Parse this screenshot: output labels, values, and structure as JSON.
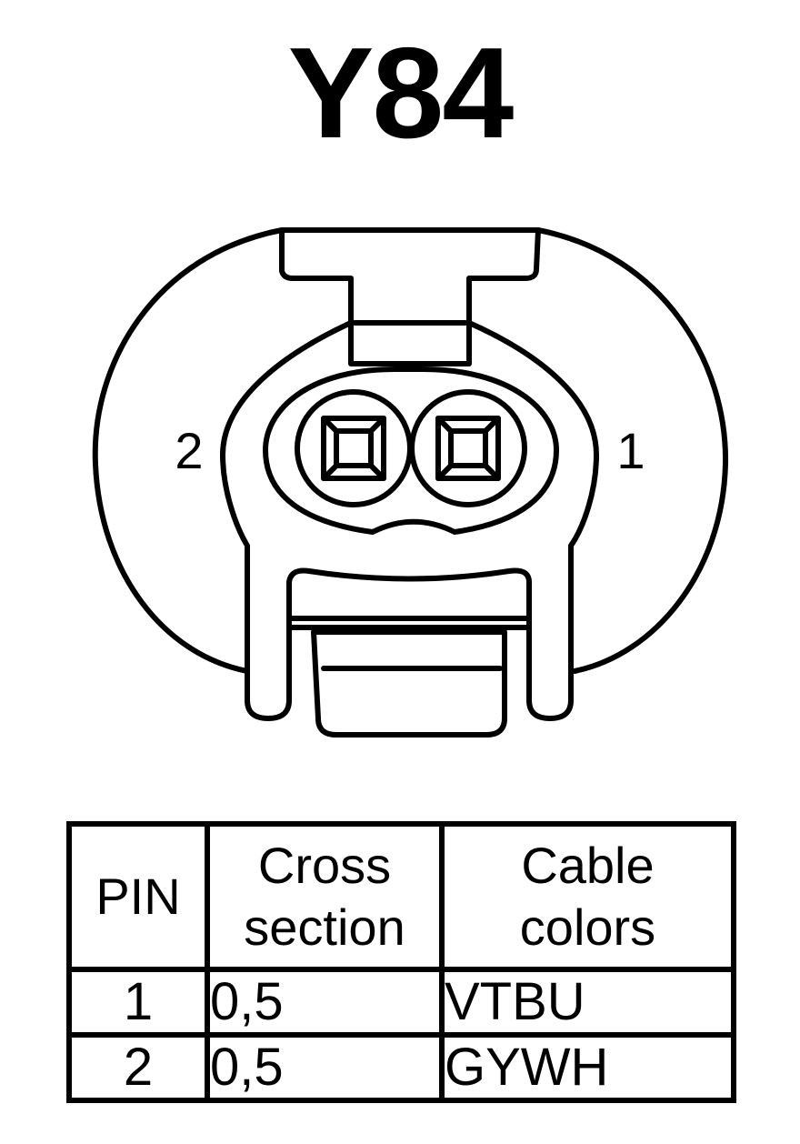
{
  "title": "Y84",
  "connector": {
    "pin_left_label": "2",
    "pin_right_label": "1"
  },
  "table": {
    "headers": {
      "pin": "PIN",
      "cross_section": [
        "Cross",
        "section"
      ],
      "cable_colors": [
        "Cable",
        "colors"
      ]
    },
    "rows": [
      {
        "pin": "1",
        "cross_section": "0,5",
        "cable_color": "VTBU"
      },
      {
        "pin": "2",
        "cross_section": "0,5",
        "cable_color": "GYWH"
      }
    ]
  }
}
